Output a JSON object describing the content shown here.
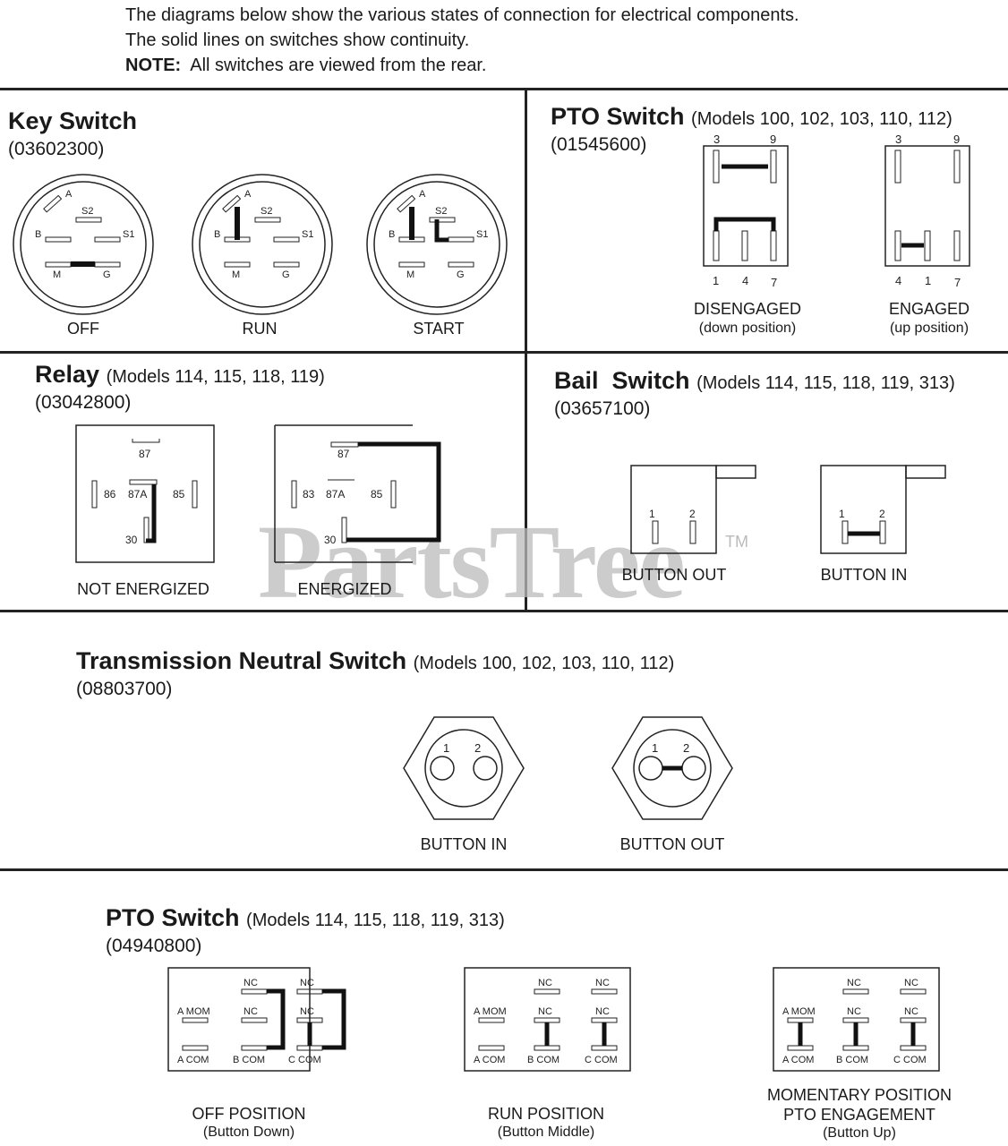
{
  "intro": {
    "line1": "The diagrams below show the various states of connection for electrical components.",
    "line2": "The solid lines on switches show continuity.",
    "note_label": "NOTE:",
    "note_text": "All switches are viewed from the rear."
  },
  "key_switch": {
    "title": "Key Switch",
    "part": "(03602300)",
    "terminals": [
      "A",
      "S2",
      "B",
      "S1",
      "M",
      "G"
    ],
    "states": [
      "OFF",
      "RUN",
      "START"
    ]
  },
  "pto_switch_a": {
    "title": "PTO Switch",
    "models": "(Models 100, 102, 103, 110, 112)",
    "part": "(01545600)",
    "top_pins": [
      "3",
      "9"
    ],
    "disengaged_pins": [
      "1",
      "4",
      "7"
    ],
    "engaged_pins": [
      "4",
      "1",
      "7"
    ],
    "disengaged_label": "DISENGAGED",
    "disengaged_sub": "(down position)",
    "engaged_label": "ENGAGED",
    "engaged_sub": "(up position)"
  },
  "relay": {
    "title": "Relay",
    "models": "(Models 114, 115, 118, 119)",
    "part": "(03042800)",
    "pins": [
      "87",
      "86",
      "87A",
      "85",
      "30"
    ],
    "alt_pin": "83",
    "not_energized": "NOT ENERGIZED",
    "energized": "ENERGIZED"
  },
  "bail_switch": {
    "title": "Bail  Switch",
    "models": "(Models 114, 115, 118, 119, 313)",
    "part": "(03657100)",
    "pins": [
      "1",
      "2"
    ],
    "button_out": "BUTTON OUT",
    "button_in": "BUTTON IN"
  },
  "neutral_switch": {
    "title": "Transmission Neutral Switch",
    "models": "(Models 100, 102, 103, 110, 112)",
    "part": "(08803700)",
    "pins": [
      "1",
      "2"
    ],
    "button_in": "BUTTON IN",
    "button_out": "BUTTON OUT"
  },
  "pto_switch_b": {
    "title": "PTO Switch",
    "models": "(Models 114, 115, 118, 119, 313)",
    "part": "(04940800)",
    "labels": {
      "nc": "NC",
      "a_mom": "A MOM",
      "a_com": "A COM",
      "b_com": "B COM",
      "c_com": "C COM"
    },
    "off_label": "OFF POSITION",
    "off_sub": "(Button Down)",
    "run_label": "RUN POSITION",
    "run_sub": "(Button Middle)",
    "mom_label1": "MOMENTARY POSITION",
    "mom_label2": "PTO ENGAGEMENT",
    "mom_sub": "(Button Up)"
  },
  "watermark": "PartsTree",
  "trademark": "TM"
}
